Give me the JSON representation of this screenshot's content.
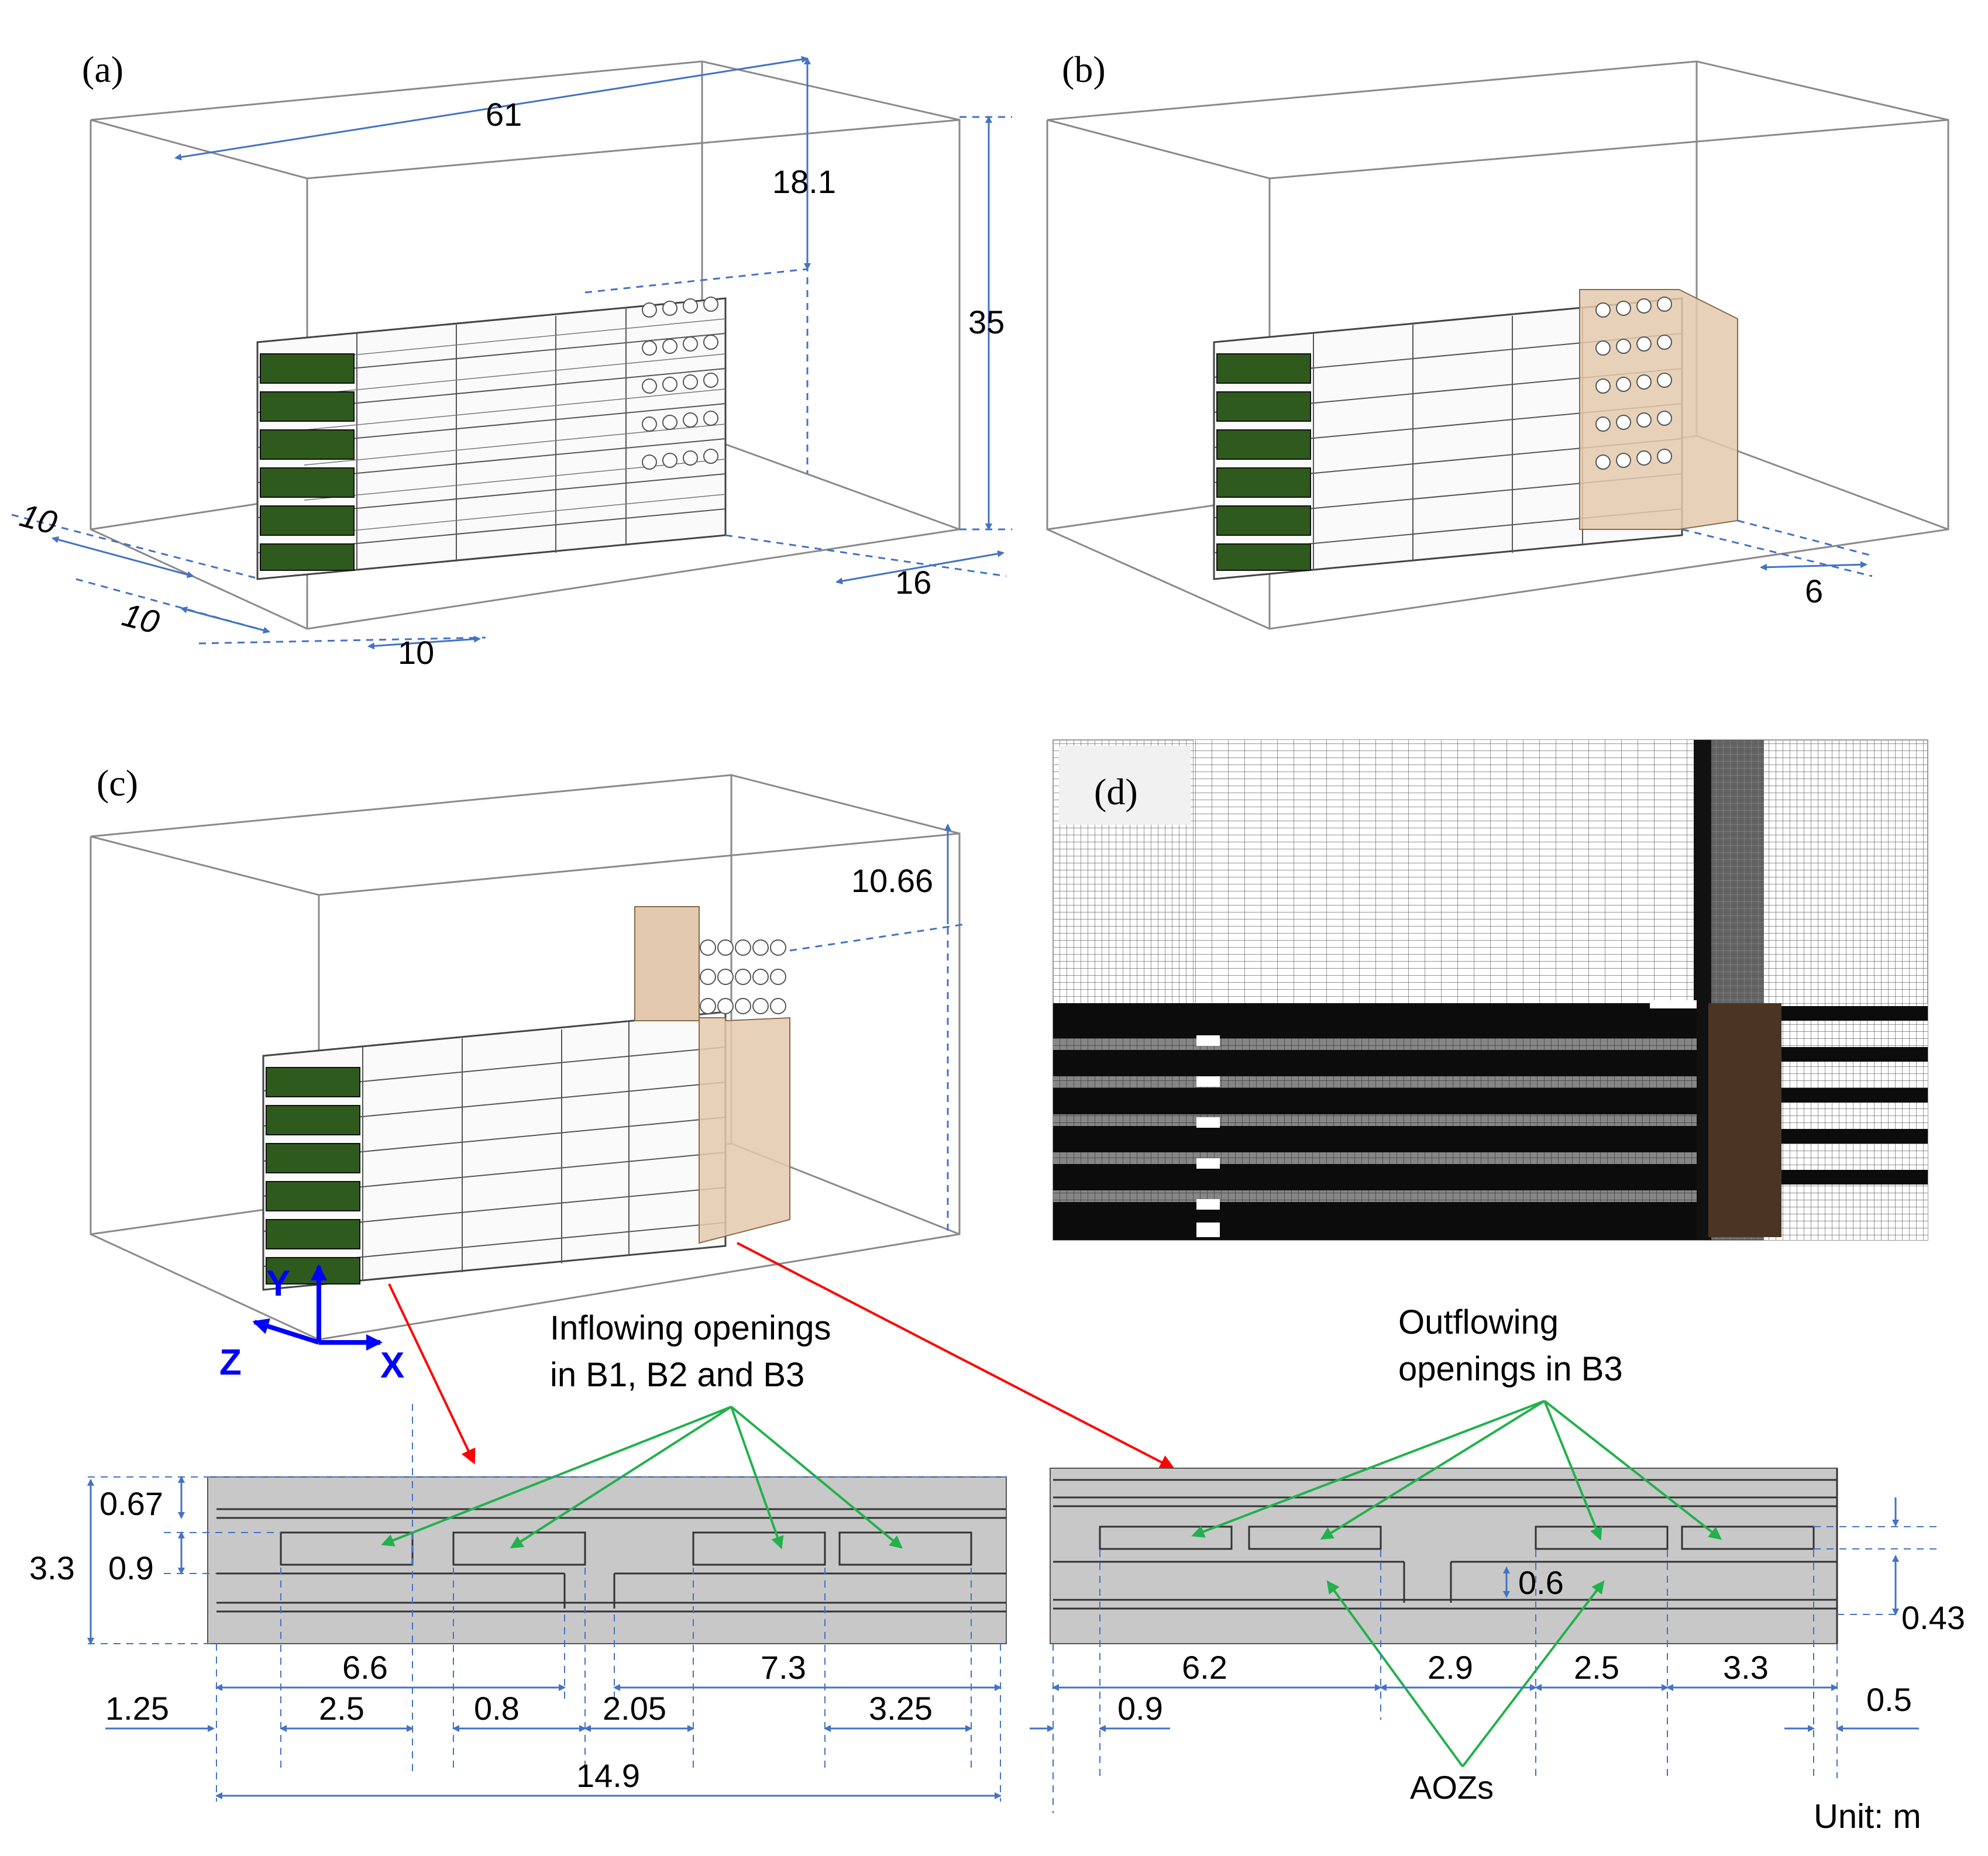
{
  "panels": {
    "a": {
      "label": "(a)",
      "dims": {
        "length": "61",
        "top_gap": "18.1",
        "height": "35",
        "right_gap": "16",
        "side_a": "10",
        "side_b": "10",
        "side_c": "10"
      }
    },
    "b": {
      "label": "(b)",
      "dims": {
        "gap": "6"
      }
    },
    "c": {
      "label": "(c)",
      "dims": {
        "height": "10.66"
      },
      "axes": {
        "x": "X",
        "y": "Y",
        "z": "Z"
      }
    },
    "d": {
      "label": "(d)"
    }
  },
  "annotations": {
    "inflow_line1": "Inflowing openings",
    "inflow_line2": "in B1, B2 and B3",
    "outflow_line1": "Outflowing",
    "outflow_line2": "openings in B3",
    "aozs": "AOZs",
    "unit": "Unit: m"
  },
  "left_detail": {
    "d067": "0.67",
    "d33": "3.3",
    "d09": "0.9",
    "d66": "6.6",
    "d73": "7.3",
    "d125": "1.25",
    "d25": "2.5",
    "d08": "0.8",
    "d205": "2.05",
    "d325": "3.25",
    "d149": "14.9"
  },
  "right_detail": {
    "d06": "0.6",
    "d043": "0.43",
    "d62": "6.2",
    "d29": "2.9",
    "d25": "2.5",
    "d33": "3.3",
    "d09": "0.9",
    "d05": "0.5"
  },
  "colors": {
    "dimension": "#4472c4",
    "red_arrow": "#ff0000",
    "green_arrow": "#22b14c",
    "louver_green": "#2f5a1e",
    "tan_zone": "#e3c9ad",
    "detail_gray": "#c8c8c8",
    "axis_blue": "#0000ff",
    "mesh_dark": "#111111"
  }
}
